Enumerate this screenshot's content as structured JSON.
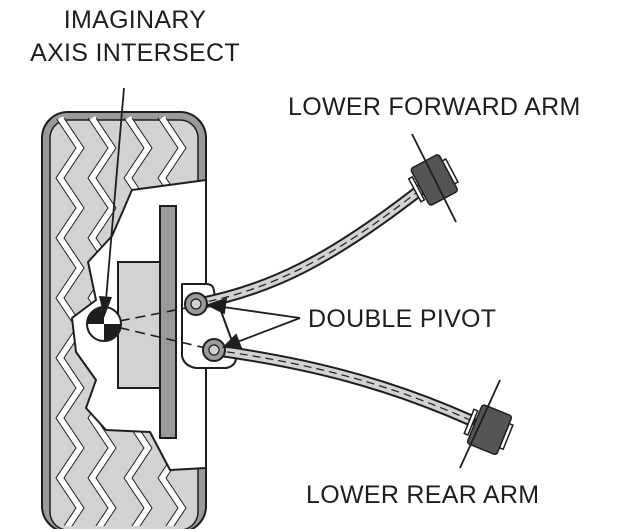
{
  "labels": {
    "axis_line1": "IMAGINARY",
    "axis_line2": "AXIS INTERSECT",
    "lower_forward_arm": "LOWER FORWARD ARM",
    "double_pivot": "DOUBLE PIVOT",
    "lower_rear_arm": "LOWER REAR ARM"
  },
  "colors": {
    "tire_gray": "#9a9a9a",
    "light_gray": "#d2d2d2",
    "dark_bushing": "#555555",
    "line": "#1e1e1e"
  }
}
